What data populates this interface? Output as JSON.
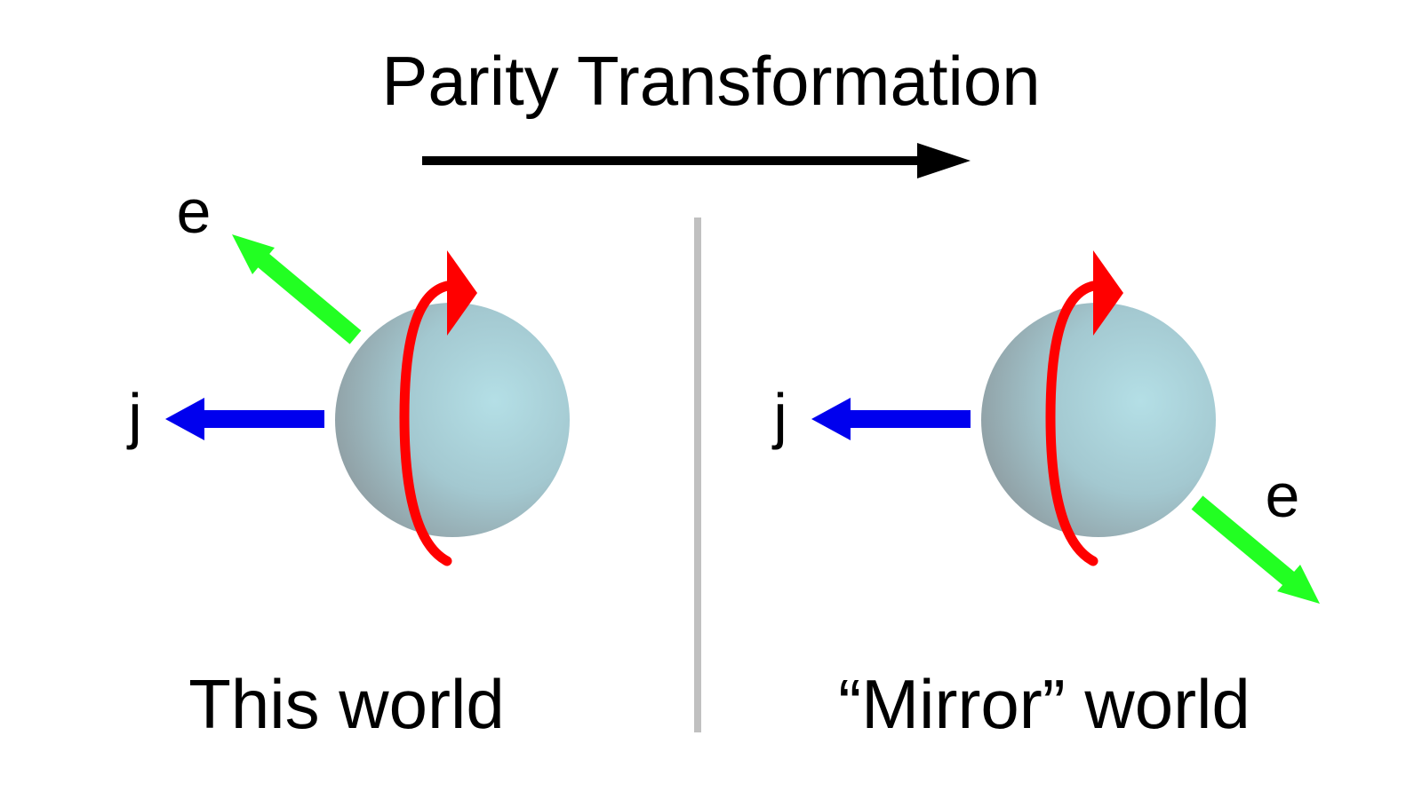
{
  "title": "Parity Transformation",
  "panels": {
    "left": {
      "caption": "This world",
      "electron_label": "e",
      "current_label": "j"
    },
    "right": {
      "caption": "“Mirror” world",
      "electron_label": "e",
      "current_label": "j"
    }
  },
  "colors": {
    "transformation_arrow": "#000000",
    "divider": "#c0c0c0",
    "electron_arrow": "#22ff22",
    "current_arrow": "#0000ee",
    "spin_arrow": "#ff0000",
    "sphere_highlight": "#b4dfe6",
    "sphere_shadow": "#8f9ea3"
  },
  "icons": {
    "transformation": "right-arrow-icon",
    "nucleus": "sphere-icon",
    "spin": "rotation-arrow-icon"
  }
}
